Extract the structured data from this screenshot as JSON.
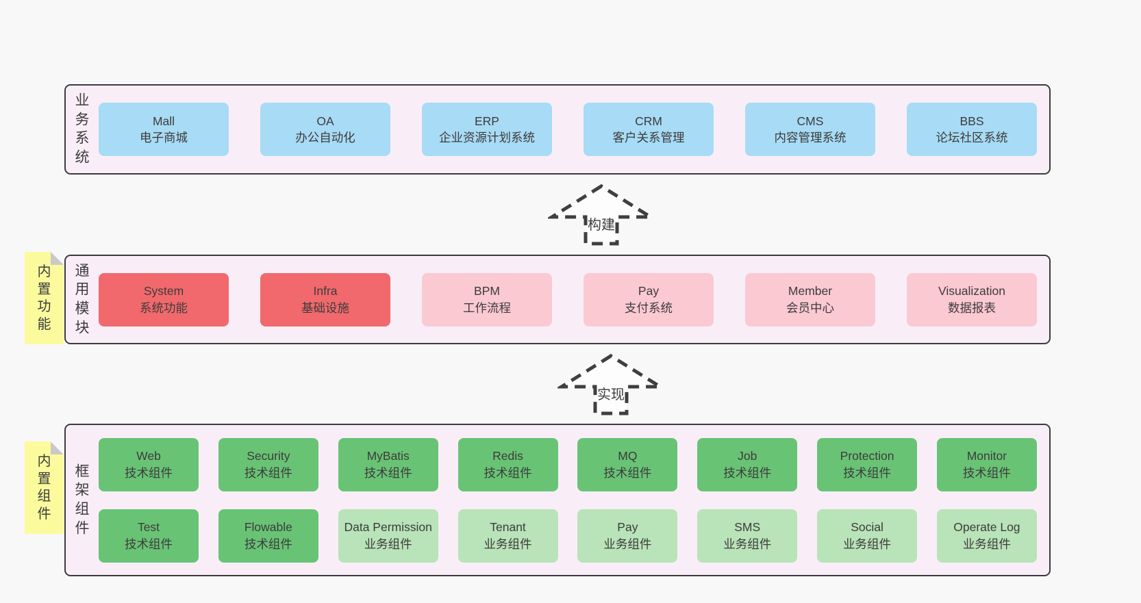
{
  "colors": {
    "page_bg": "#f8f8f8",
    "band_bg": "#f9eef7",
    "band_border": "#3b3b3b",
    "blue": "#a8dbf5",
    "red": "#f1696c",
    "pink": "#fbc9d2",
    "green": "#69c375",
    "light_green": "#b9e3b8",
    "yellow": "#fbfb9e",
    "fold": "#c9c9c9",
    "text": "#3c3c3c",
    "arrow_stroke": "#3f3f3f",
    "arrow_fill": "#fdfdfd"
  },
  "arrows": {
    "build": {
      "label": "构建"
    },
    "implement": {
      "label": "实现"
    }
  },
  "bands": {
    "business": {
      "side_label": "业务系统",
      "boxes": [
        {
          "name": "Mall",
          "desc": "电子商城",
          "variant": "blue"
        },
        {
          "name": "OA",
          "desc": "办公自动化",
          "variant": "blue"
        },
        {
          "name": "ERP",
          "desc": "企业资源计划系统",
          "variant": "blue"
        },
        {
          "name": "CRM",
          "desc": "客户关系管理",
          "variant": "blue"
        },
        {
          "name": "CMS",
          "desc": "内容管理系统",
          "variant": "blue"
        },
        {
          "name": "BBS",
          "desc": "论坛社区系统",
          "variant": "blue"
        }
      ]
    },
    "modules": {
      "side_label": "通用模块",
      "sticky_note": "内置功能",
      "boxes": [
        {
          "name": "System",
          "desc": "系统功能",
          "variant": "red"
        },
        {
          "name": "Infra",
          "desc": "基础设施",
          "variant": "red"
        },
        {
          "name": "BPM",
          "desc": "工作流程",
          "variant": "pink"
        },
        {
          "name": "Pay",
          "desc": "支付系统",
          "variant": "pink"
        },
        {
          "name": "Member",
          "desc": "会员中心",
          "variant": "pink"
        },
        {
          "name": "Visualization",
          "desc": "数据报表",
          "variant": "pink"
        }
      ]
    },
    "framework": {
      "side_label": "框架组件",
      "sticky_note": "内置组件",
      "rows": [
        [
          {
            "name": "Web",
            "desc": "技术组件",
            "variant": "green"
          },
          {
            "name": "Security",
            "desc": "技术组件",
            "variant": "green"
          },
          {
            "name": "MyBatis",
            "desc": "技术组件",
            "variant": "green"
          },
          {
            "name": "Redis",
            "desc": "技术组件",
            "variant": "green"
          },
          {
            "name": "MQ",
            "desc": "技术组件",
            "variant": "green"
          },
          {
            "name": "Job",
            "desc": "技术组件",
            "variant": "green"
          },
          {
            "name": "Protection",
            "desc": "技术组件",
            "variant": "green"
          },
          {
            "name": "Monitor",
            "desc": "技术组件",
            "variant": "green"
          }
        ],
        [
          {
            "name": "Test",
            "desc": "技术组件",
            "variant": "green"
          },
          {
            "name": "Flowable",
            "desc": "技术组件",
            "variant": "green"
          },
          {
            "name": "Data Permission",
            "desc": "业务组件",
            "variant": "light-green"
          },
          {
            "name": "Tenant",
            "desc": "业务组件",
            "variant": "light-green"
          },
          {
            "name": "Pay",
            "desc": "业务组件",
            "variant": "light-green"
          },
          {
            "name": "SMS",
            "desc": "业务组件",
            "variant": "light-green"
          },
          {
            "name": "Social",
            "desc": "业务组件",
            "variant": "light-green"
          },
          {
            "name": "Operate Log",
            "desc": "业务组件",
            "variant": "light-green"
          }
        ]
      ]
    }
  }
}
